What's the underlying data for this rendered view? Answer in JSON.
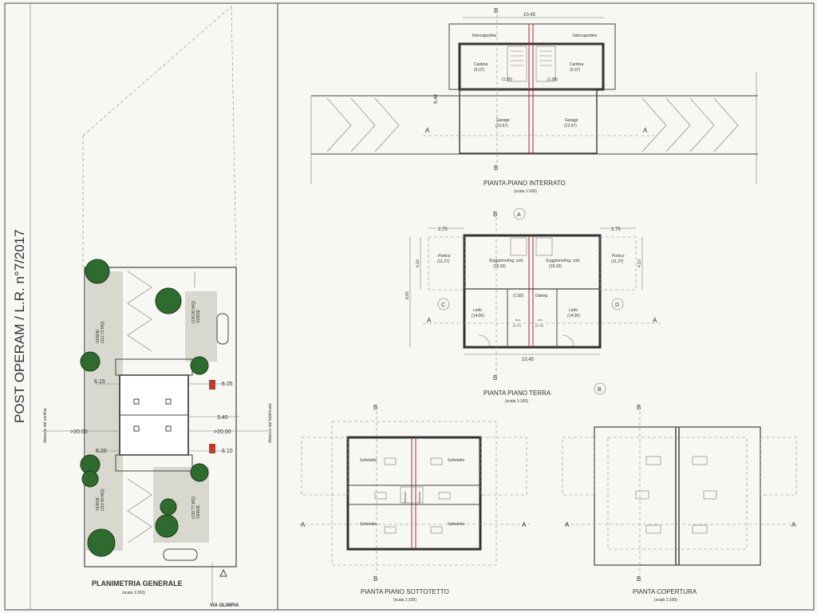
{
  "side_title": "POST OPERAM / L.R. n°7/2017",
  "site_plan": {
    "title": "PLANIMETRIA GENERALE",
    "scale": "(scala 1:200)",
    "street": "VIA OLIMPIA",
    "left_label": "distacco dal confine",
    "right_label": "distacco dal fabbricato",
    "dims": {
      "d1": "6.15",
      "d2": "6.05",
      "d3": "3,40",
      "d4": ">20.00",
      "d5": ">20.00",
      "d6": "6.20",
      "d7": "6.10"
    },
    "green_areas": [
      {
        "name": "VERDE",
        "area": "(112.73 MQ)"
      },
      {
        "name": "VERDE",
        "area": "(130.80 MQ)"
      },
      {
        "name": "VERDE",
        "area": "(110 80 MQ)"
      },
      {
        "name": "VERDE",
        "area": "(130 77 MQ)"
      }
    ]
  },
  "basement": {
    "title": "PIANTA PIANO INTERRATO",
    "scale": "(scala 1:100)",
    "width": "10,45",
    "height": "9,40",
    "intercapedine": "Intercapedine",
    "rooms": [
      {
        "name": "Cantina",
        "area": "(9.37)"
      },
      {
        "name": "Cantina",
        "area": "(9.37)"
      },
      {
        "name": "Garage",
        "area": "(22.67)"
      },
      {
        "name": "Garage",
        "area": "(22.67)"
      }
    ],
    "stairs": [
      "(1.95)",
      "(1.95)"
    ]
  },
  "ground": {
    "title": "PIANTA PIANO TERRA",
    "scale": "(scala 1:100)",
    "dim_left": "2,75",
    "dim_right": "2,75",
    "dim_bottom": "10,45",
    "dim_h1": "4,10",
    "dim_h2": "4,10",
    "dim_h3": "8,65",
    "markers": {
      "a": "A",
      "b": "B",
      "c": "C",
      "d": "D"
    },
    "rooms": [
      {
        "name": "Portico",
        "area": "(11.27)"
      },
      {
        "name": "Soggiorno/Ing. cott.",
        "area": "(18.33)"
      },
      {
        "name": "Soggiorno/Ing. cott.",
        "area": "(18.33)"
      },
      {
        "name": "Portico",
        "area": "(11.27)"
      },
      {
        "name": "Letto",
        "area": "(14.00)"
      },
      {
        "name": "Disimp.",
        "area": "(1.50)"
      },
      {
        "name": "Letto",
        "area": "(14.00)"
      },
      {
        "name": "w.c.",
        "area": "(4.11)"
      },
      {
        "name": "w.c.",
        "area": "(4.11)"
      }
    ]
  },
  "attic": {
    "title": "PIANTA PIANO SOTTOTETTO",
    "scale": "(scala 1:100)",
    "rooms": [
      "Sottotetto",
      "Sottotetto",
      "Sottotetto",
      "Sottotetto"
    ],
    "balcony": "Balcone"
  },
  "roof": {
    "title": "PIANTA COPERTURA",
    "scale": "(scala 1:100)"
  },
  "section_marks": {
    "a": "A",
    "b": "B"
  }
}
